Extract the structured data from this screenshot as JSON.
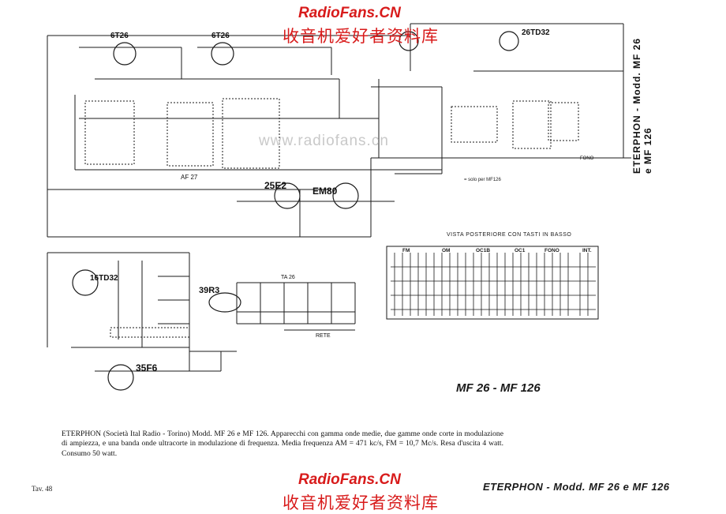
{
  "watermark": {
    "site": "RadioFans.CN",
    "chinese": "收音机爱好者资料库",
    "grey_text": "www.radiofans.cn"
  },
  "side_title": "ETERPHON - Modd. MF 26 e MF 126",
  "model_mark": "MF 26 - MF 126",
  "tubes": {
    "t1": "6T26",
    "t2": "6T26",
    "t3": "26TD32",
    "t4": "25E2",
    "t5": "EM80",
    "t6": "16TD32",
    "t7": "35F6",
    "t8": "39R3"
  },
  "blocks": {
    "af": "AF 27",
    "ta": "TA 26",
    "rete": "RETE",
    "fono": "FONO"
  },
  "switch": {
    "title": "VISTA POSTERIORE CON TASTI IN BASSO",
    "bands": [
      "FM",
      "OM",
      "OC1B",
      "OC1",
      "FONO",
      "INT."
    ]
  },
  "note": "= solo per MF126",
  "caption": "ETERPHON (Società Ital Radio - Torino) Modd. MF 26 e MF 126. Apparecchi con gamma onde medie, due gamme onde corte in modulazione di ampiezza, e una banda onde ultracorte in modulazione di frequenza. Media frequenza AM = 471 kc/s, FM = 10,7 Mc/s. Resa d'uscita 4 watt. Consumo 50 watt.",
  "footer": {
    "left": "Tav. 48",
    "right": "ETERPHON - Modd. MF 26 e MF 126"
  }
}
